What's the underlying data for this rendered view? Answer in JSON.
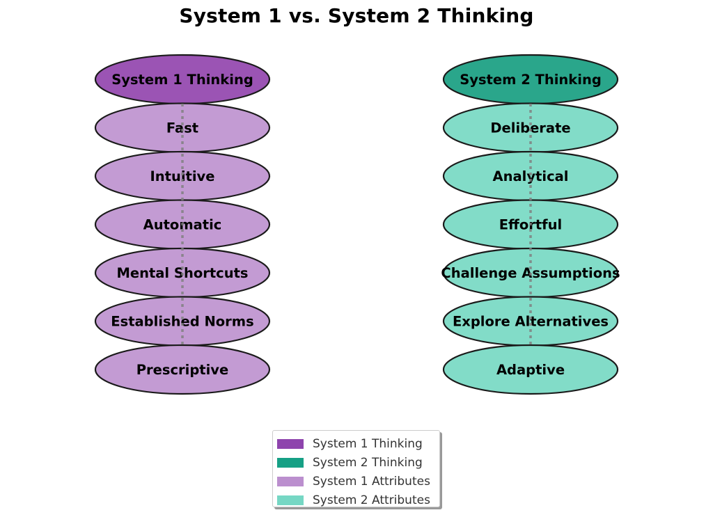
{
  "title": "System 1 vs. System 2 Thinking",
  "colors": {
    "system1_header": "#9b54b4",
    "system2_header": "#2aa68b",
    "system1_attr": "#c39bd3",
    "system2_attr": "#82dcc8",
    "outline": "#1a1a1a",
    "connector": "#808080"
  },
  "columns": [
    {
      "id": "system1",
      "header": "System 1 Thinking",
      "attributes": [
        "Fast",
        "Intuitive",
        "Automatic",
        "Mental Shortcuts",
        "Established Norms",
        "Prescriptive"
      ]
    },
    {
      "id": "system2",
      "header": "System 2 Thinking",
      "attributes": [
        "Deliberate",
        "Analytical",
        "Effortful",
        "Challenge Assumptions",
        "Explore Alternatives",
        "Adaptive"
      ]
    }
  ],
  "legend": {
    "items": [
      {
        "label": "System 1 Thinking",
        "color": "#8e44ad"
      },
      {
        "label": "System 2 Thinking",
        "color": "#16a085"
      },
      {
        "label": "System 1 Attributes",
        "color": "#bb8fce"
      },
      {
        "label": "System 2 Attributes",
        "color": "#76d7c4"
      }
    ]
  }
}
